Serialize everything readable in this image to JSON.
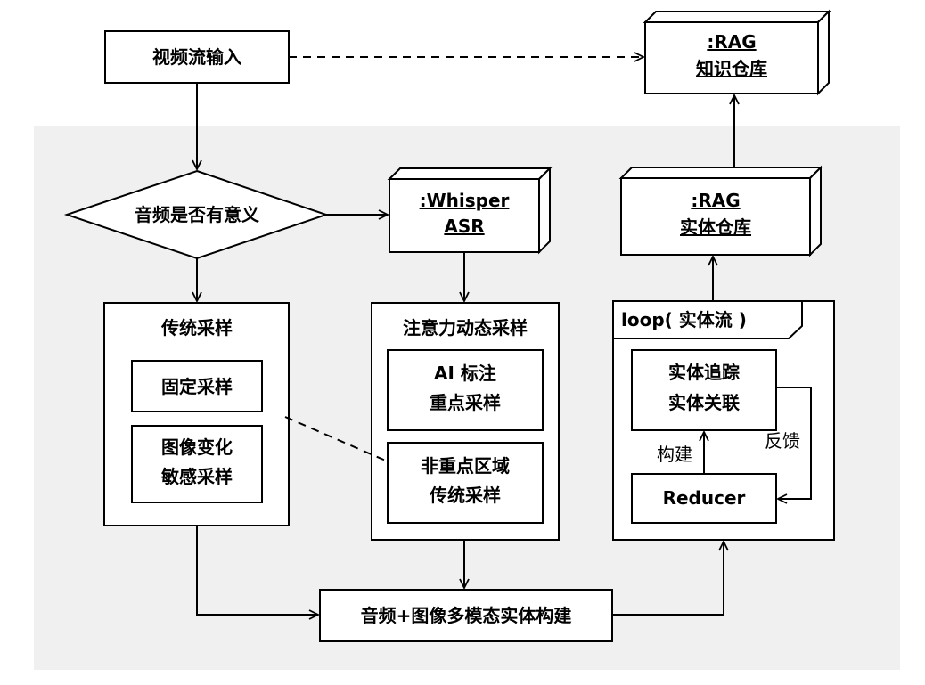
{
  "nodes": {
    "video_input": "视频流输入",
    "rag_knowledge": {
      "line1": ":RAG",
      "line2": "知识仓库"
    },
    "audio_meaningful": "音频是否有意义",
    "whisper": {
      "line1": ":Whisper",
      "line2": "ASR"
    },
    "rag_entity": {
      "line1": ":RAG",
      "line2": "实体仓库"
    },
    "traditional_sampling": {
      "title": "传统采样",
      "fixed": "固定采样",
      "image_change": {
        "line1": "图像变化",
        "line2": "敏感采样"
      }
    },
    "attention_sampling": {
      "title": "注意力动态采样",
      "ai_label": {
        "line1": "AI 标注",
        "line2": "重点采样"
      },
      "non_key": {
        "line1": "非重点区域",
        "line2": "传统采样"
      }
    },
    "loop": {
      "title": "loop( 实体流 )",
      "tracking": {
        "line1": "实体追踪",
        "line2": "实体关联"
      },
      "reducer": "Reducer",
      "build_label": "构建",
      "feedback_label": "反馈"
    },
    "multimodal": "音频+图像多模态实体构建"
  },
  "colors": {
    "region_fill": "#f0f0f0",
    "stroke": "#000000",
    "box_fill": "#ffffff"
  }
}
